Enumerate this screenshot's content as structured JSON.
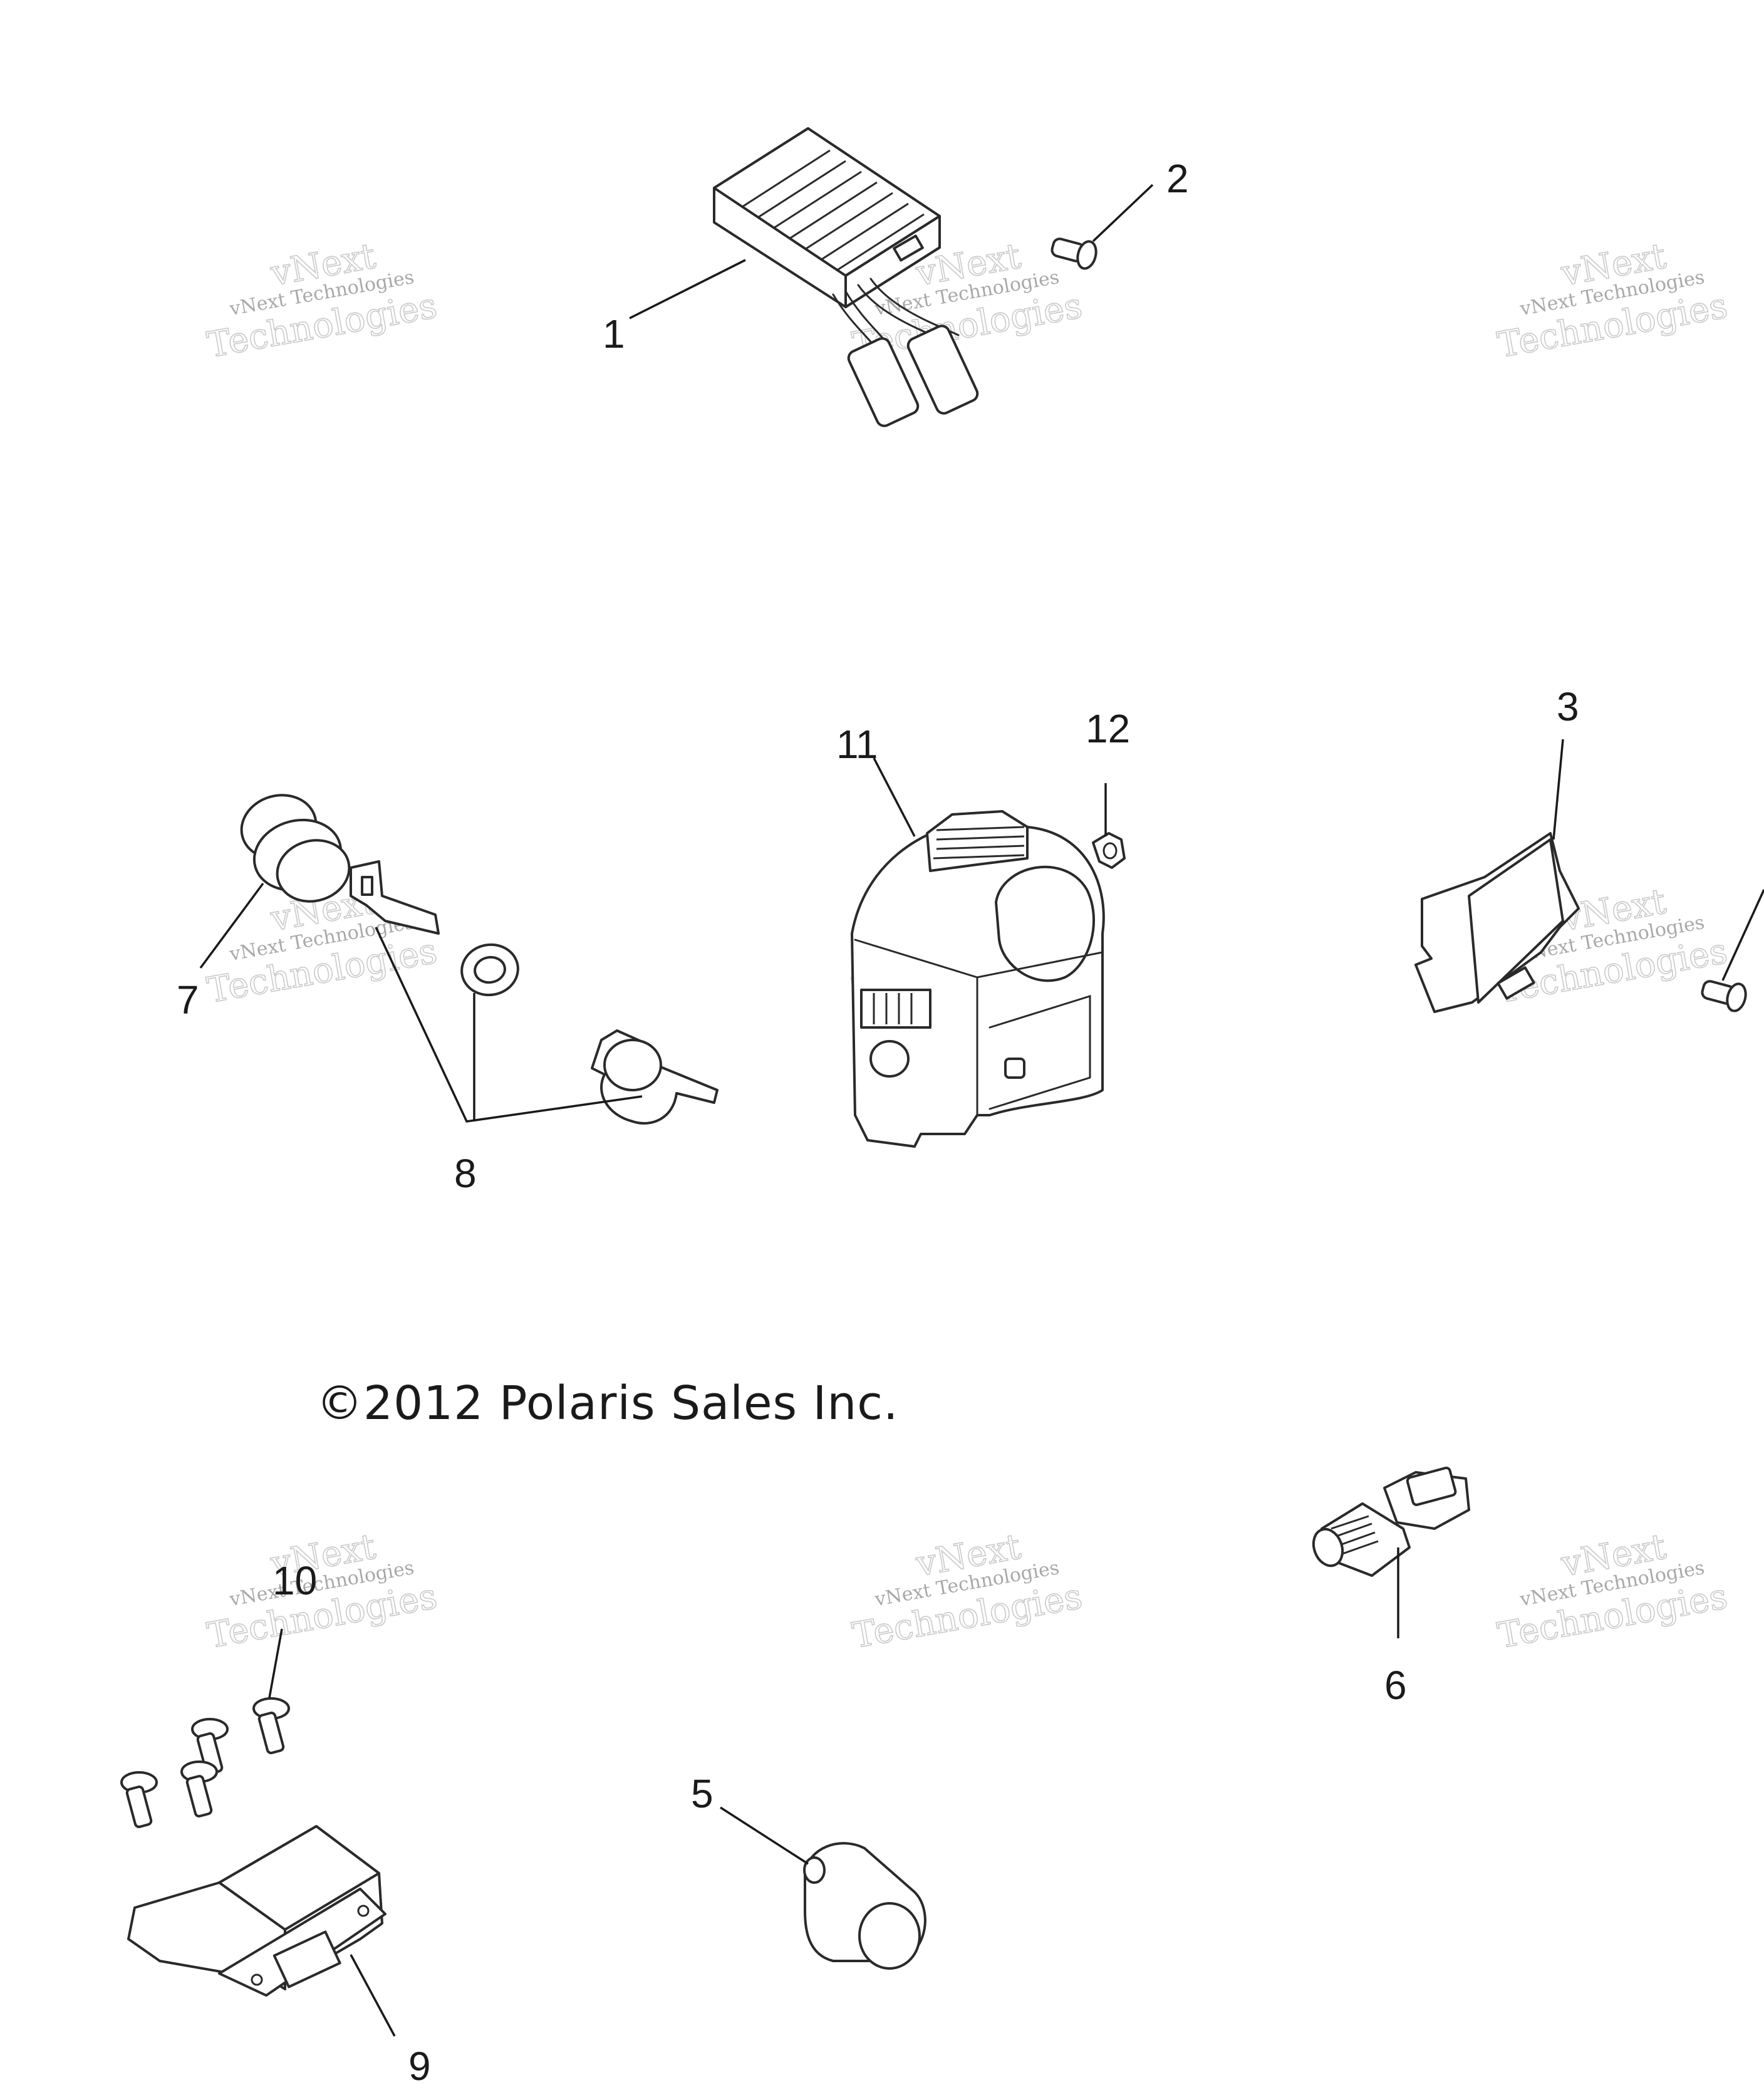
{
  "copyright": "©2012 Polaris Sales Inc.",
  "watermark": {
    "line_small": "vNext Technologies",
    "line_top": "vNext",
    "line_large": "Technologies"
  },
  "callouts": {
    "c1": "1",
    "c2": "2",
    "c3": "3",
    "c5": "5",
    "c6": "6",
    "c7": "7",
    "c8": "8",
    "c9": "9",
    "c10": "10",
    "c11": "11",
    "c12": "12"
  },
  "colors": {
    "line": "#2a2a2a",
    "watermark": "#8c8c8c",
    "background": "#ffffff"
  }
}
